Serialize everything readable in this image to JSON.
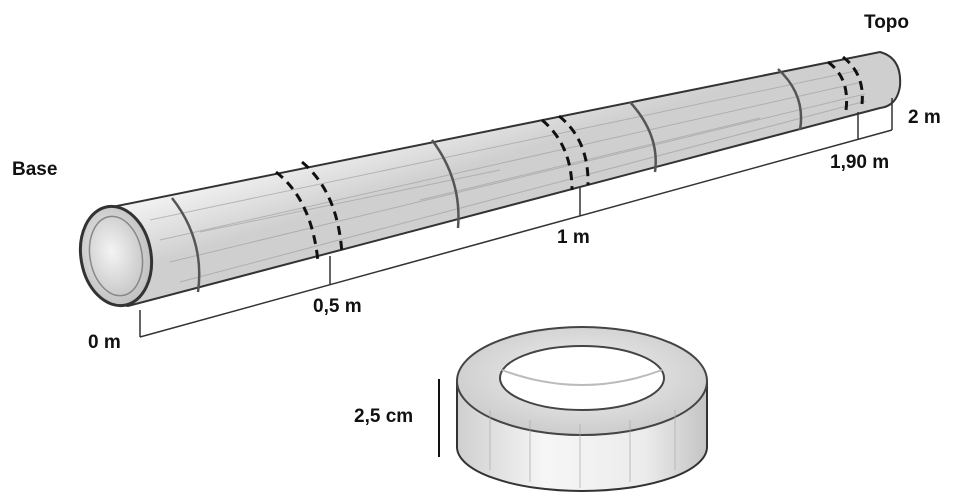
{
  "labels": {
    "top": "Topo",
    "base": "Base",
    "end": "2 m",
    "m190": "1,90 m",
    "m1": "1 m",
    "m05": "0,5 m",
    "m0": "0 m",
    "ring_height": "2,5 cm"
  },
  "colors": {
    "outline": "#333333",
    "body_light": "#fafafa",
    "body_shade": "#d8d8d8",
    "line": "#1a1a1a"
  }
}
